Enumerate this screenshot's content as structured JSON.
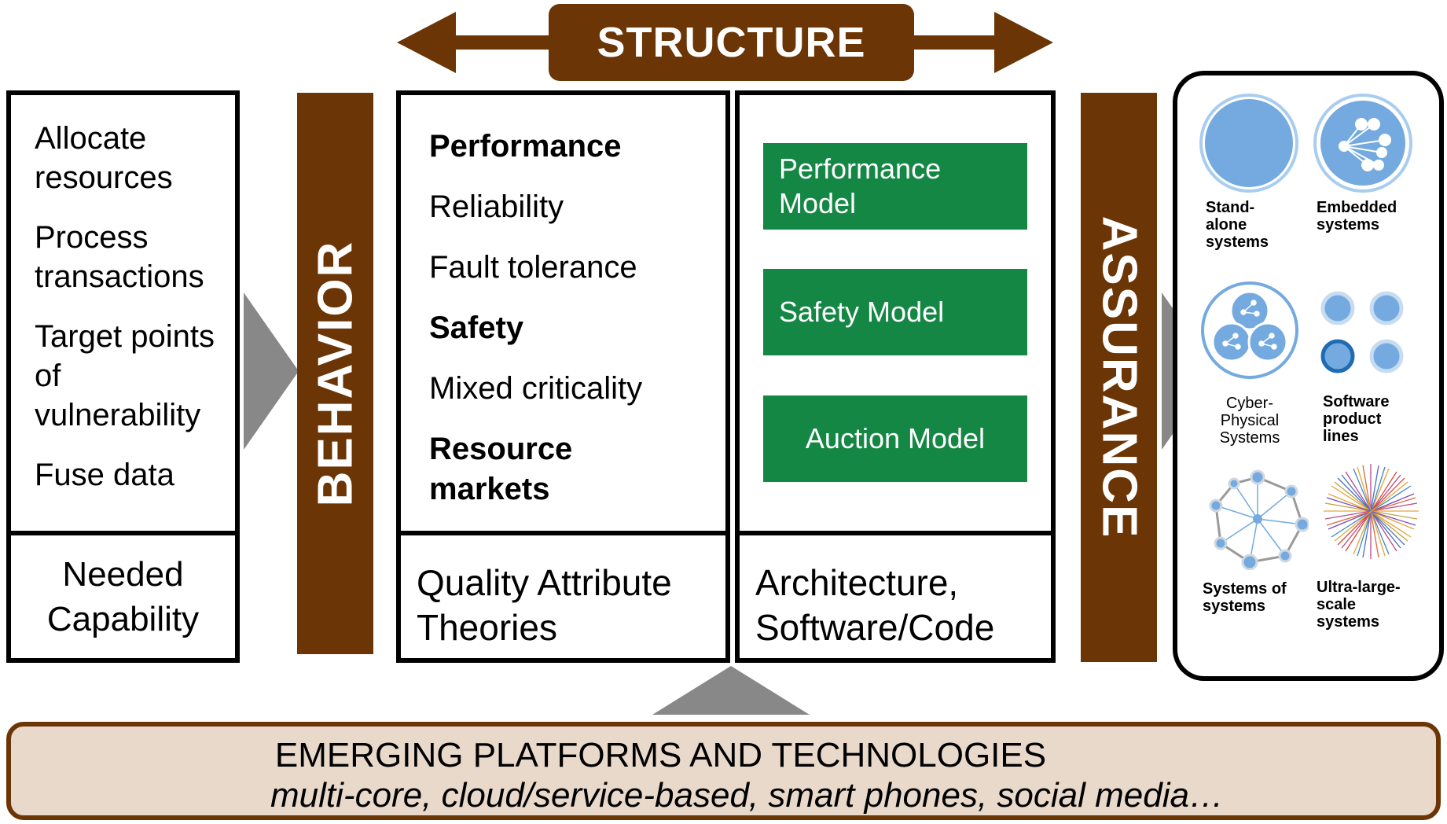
{
  "structure": {
    "label": "STRUCTURE"
  },
  "capability": {
    "items": [
      "Allocate resources",
      "Process transactions",
      "Target points of vulnerability",
      "Fuse data"
    ],
    "footer_line1": "Needed",
    "footer_line2": "Capability"
  },
  "behavior": {
    "label": "BEHAVIOR"
  },
  "quality": {
    "items": [
      {
        "text": "Performance",
        "bold": true
      },
      {
        "text": "Reliability",
        "bold": false
      },
      {
        "text": "Fault tolerance",
        "bold": false
      },
      {
        "text": "Safety",
        "bold": true
      },
      {
        "text": "Mixed criticality",
        "bold": false
      },
      {
        "text": "Resource markets",
        "bold": true
      }
    ],
    "footer_line1": "Quality Attribute",
    "footer_line2": "Theories"
  },
  "architecture": {
    "models": [
      "Performance Model",
      "Safety Model",
      "Auction Model"
    ],
    "footer_line1": "Architecture,",
    "footer_line2": "Software/Code"
  },
  "assurance": {
    "label": "ASSURANCE"
  },
  "systems": {
    "standalone": [
      "Stand-",
      "alone",
      "systems"
    ],
    "embedded": [
      "Embedded",
      "systems"
    ],
    "cyber_physical": [
      "Cyber-",
      "Physical",
      "Systems"
    ],
    "product_lines": [
      "Software",
      "product",
      "lines"
    ],
    "systems_of_systems": [
      "Systems of",
      "systems"
    ],
    "ultra_large": [
      "Ultra-large-",
      "scale",
      "systems"
    ]
  },
  "platforms": {
    "title": "EMERGING PLATFORMS AND TECHNOLOGIES",
    "subtitle": "multi-core, cloud/service-based, smart phones, social media…"
  },
  "colors": {
    "brown": "#6b3505",
    "green": "#158744",
    "gray": "#888888",
    "beige": "#e8d9cb",
    "blue": "#74aadf"
  }
}
